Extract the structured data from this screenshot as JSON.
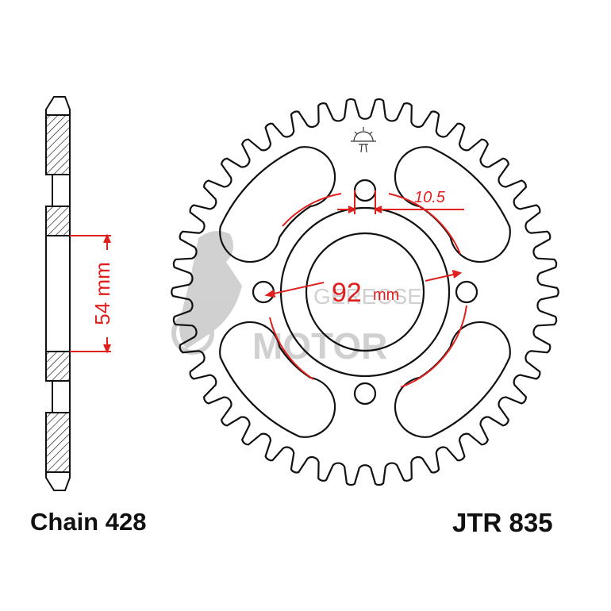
{
  "labels": {
    "chain": "Chain 428",
    "part_number": "JTR 835"
  },
  "dimensions": {
    "center_bore": "54 mm",
    "bolt_circle": "92",
    "bolt_circle_unit": "mm",
    "bolt_hole": "10.5"
  },
  "watermark": {
    "line1": "GERECSE",
    "line2": "MOTOR"
  },
  "colors": {
    "outline": "#111111",
    "dimension": "#e0201f",
    "watermark": "#b8b8b8"
  }
}
